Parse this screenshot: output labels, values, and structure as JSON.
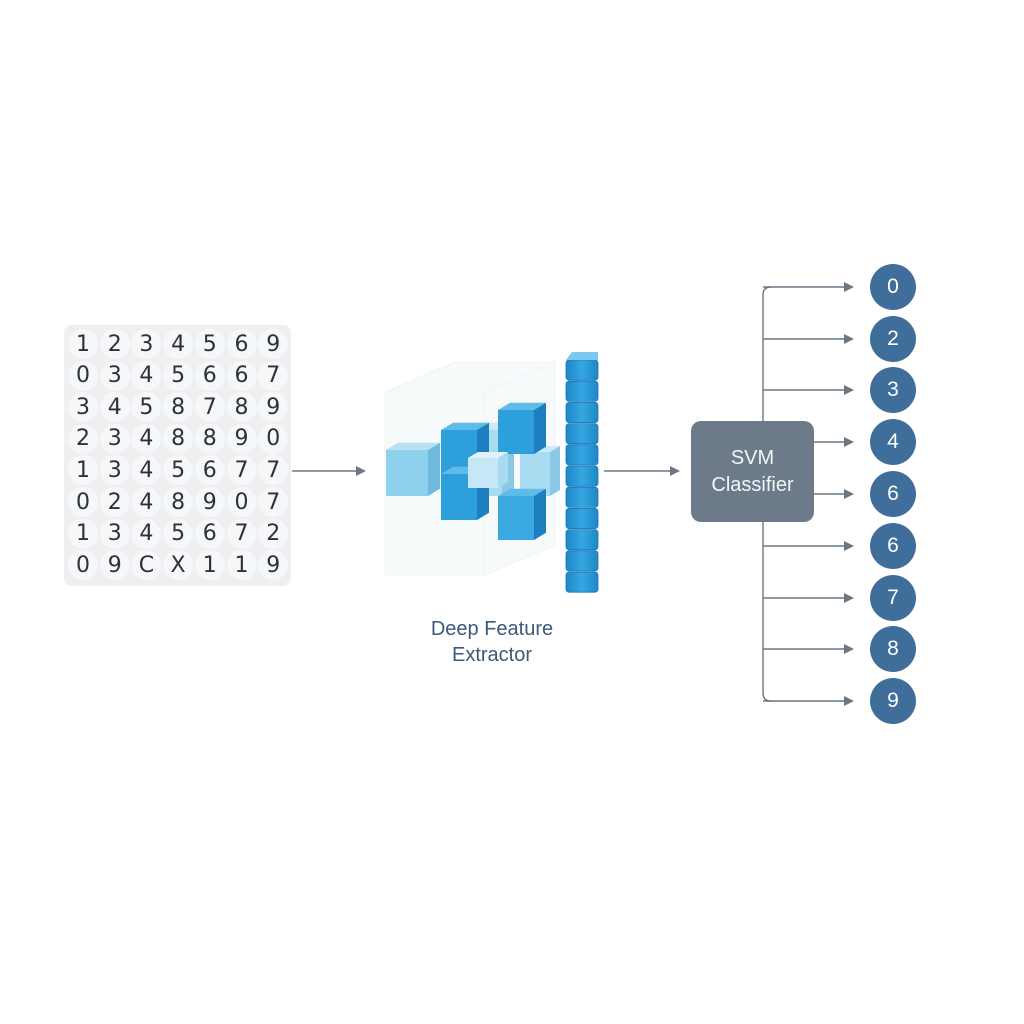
{
  "input_grid": {
    "rows": [
      [
        "1",
        "2",
        "3",
        "4",
        "5",
        "6",
        "9"
      ],
      [
        "0",
        "3",
        "4",
        "5",
        "6",
        "6",
        "7"
      ],
      [
        "3",
        "4",
        "5",
        "8",
        "7",
        "8",
        "9"
      ],
      [
        "2",
        "3",
        "4",
        "8",
        "8",
        "9",
        "0"
      ],
      [
        "1",
        "3",
        "4",
        "5",
        "6",
        "7",
        "7"
      ],
      [
        "0",
        "2",
        "4",
        "8",
        "9",
        "0",
        "7"
      ],
      [
        "1",
        "3",
        "4",
        "5",
        "6",
        "7",
        "2"
      ],
      [
        "0",
        "9",
        "C",
        "X",
        "1",
        "1",
        "9"
      ]
    ]
  },
  "extractor": {
    "label": "Deep Feature\nExtractor"
  },
  "classifier": {
    "label": "SVM\nClassifier"
  },
  "outputs": [
    "0",
    "2",
    "3",
    "4",
    "6",
    "6",
    "7",
    "8",
    "9"
  ],
  "colors": {
    "arrow": "#6b7785",
    "cube_dark": "#2b9ad6",
    "cube_light": "#8ccbe9",
    "output": "#3f6e9a",
    "svm": "#6c7a89"
  }
}
